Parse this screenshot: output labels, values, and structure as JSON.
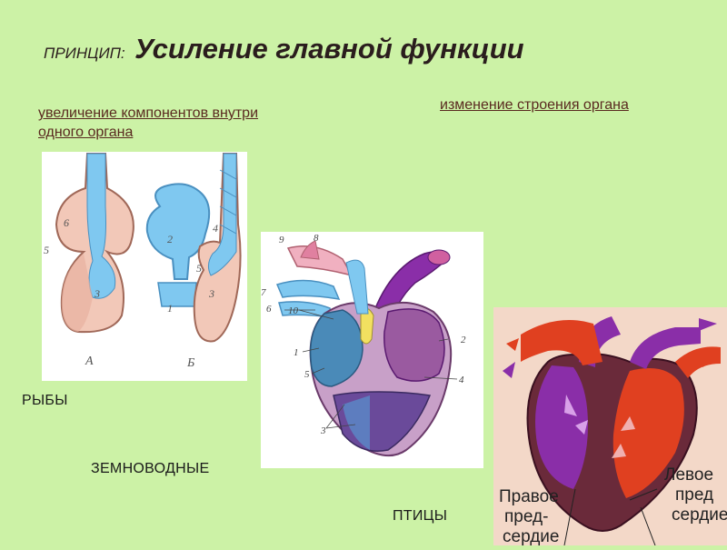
{
  "title": {
    "prefix": "ПРИНЦИП:",
    "main": "Усиление главной функции"
  },
  "subtitles": {
    "left": "увеличение компонентов внутри одного органа",
    "right": "изменение строения органа"
  },
  "labels": {
    "fish": "РЫБЫ",
    "amphibians": "ЗЕМНОВОДНЫЕ",
    "birds": "ПТИЦЫ"
  },
  "fish_figure": {
    "caption_a": "А",
    "caption_b": "Б",
    "numbers": [
      "6",
      "5",
      "3",
      "2",
      "1",
      "4",
      "5",
      "3"
    ]
  },
  "amphibian_figure": {
    "numbers": [
      "9",
      "8",
      "7",
      "6",
      "10",
      "1",
      "5",
      "2",
      "4",
      "3"
    ]
  },
  "bird_figure": {
    "right_atrium_lines": [
      "Правое",
      "пред-",
      "сердие"
    ],
    "left_atrium_lines": [
      "Левое",
      "пред",
      "сердие"
    ]
  },
  "colors": {
    "background": "#ccf2a6",
    "blood_blue": "#7fc8f0",
    "blood_purple": "#8a2ea8",
    "blood_red": "#e04020"
  }
}
